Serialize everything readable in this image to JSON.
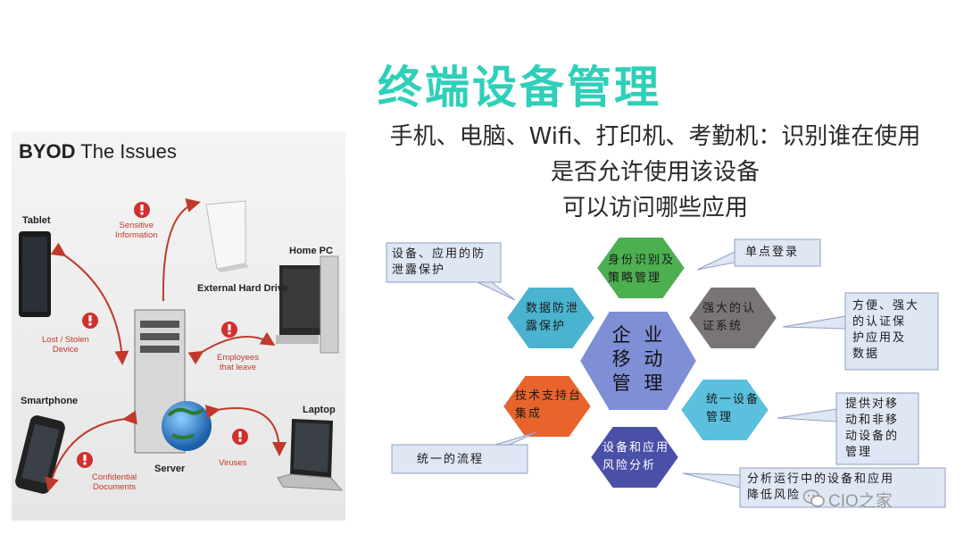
{
  "slide": {
    "title": "终端设备管理",
    "subtitle_lines": [
      "手机、电脑、Wifi、打印机、考勤机：识别谁在使用",
      "是否允许使用该设备",
      "可以访问哪些应用"
    ]
  },
  "byod": {
    "title_bold": "BYOD",
    "title_rest": " The Issues",
    "devices": {
      "tablet": "Tablet",
      "home_pc": "Home PC",
      "external_drive": "External Hard Drive",
      "smartphone": "Smartphone",
      "laptop": "Laptop",
      "server": "Server"
    },
    "risks": {
      "sensitive": [
        "Sensitive",
        "Information"
      ],
      "lost": [
        "Lost / Stolen",
        "Device"
      ],
      "employees": [
        "Employees",
        "that leave"
      ],
      "confidential": [
        "Confidential",
        "Documents"
      ],
      "viruses": [
        "Viruses"
      ]
    },
    "colors": {
      "arrow": "#c0392b",
      "alert": "#d32f2f"
    }
  },
  "hex_diagram": {
    "center": [
      "企 业",
      "移 动",
      "管 理"
    ],
    "hexes": {
      "identity": [
        "身份识别及",
        "策略管理"
      ],
      "auth": [
        "强大的认",
        "证系统"
      ],
      "device": [
        "统一设备",
        "管理"
      ],
      "risk": [
        "设备和应用",
        "风险分析"
      ],
      "integration": [
        "技术支持台",
        "集成"
      ],
      "dlp": [
        "数据防泄",
        "露保护"
      ]
    },
    "callouts": {
      "dlp": [
        "设备、应用的防",
        "泄露保护"
      ],
      "sso": [
        "单点登录"
      ],
      "auth": [
        "方便、强大",
        "的认证保",
        "护应用及",
        "数据"
      ],
      "device": [
        "提供对移",
        "动和非移",
        "动设备的",
        "管理"
      ],
      "process": [
        "统一的流程"
      ],
      "risk": [
        "分析运行中的设备和应用",
        "降低风险"
      ]
    },
    "colors": {
      "center": "#7f8fd6",
      "identity": "#4caf50",
      "auth": "#7a7575",
      "device": "#5bc0de",
      "risk": "#4a4fa8",
      "integration": "#e8642c",
      "dlp": "#4ab3cf",
      "callout_bg": "#dfe6f4"
    }
  },
  "watermark": "CIO之家"
}
